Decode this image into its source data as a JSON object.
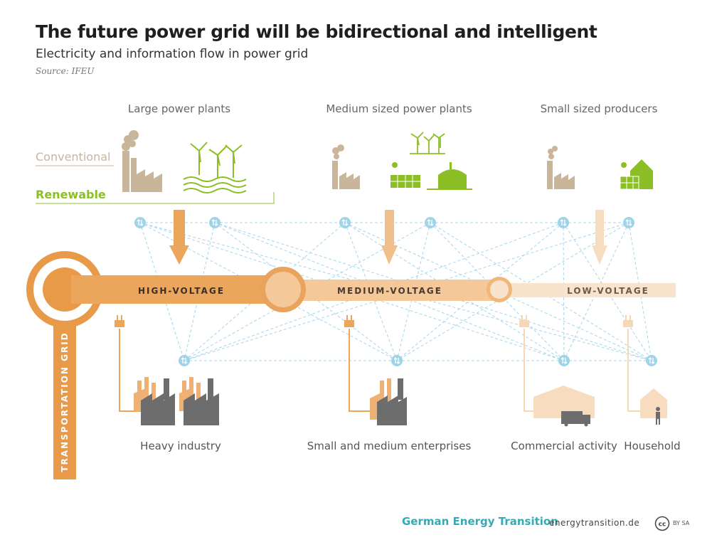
{
  "title": "The future power grid will be bidirectional and intelligent",
  "subtitle": "Electricity and information flow in power grid",
  "source": "Source: IFEU",
  "producers": {
    "large": "Large power plants",
    "medium": "Medium sized power plants",
    "small": "Small sized producers"
  },
  "legend": {
    "conventional": "Conventional",
    "renewable": "Renewable"
  },
  "grid": {
    "high": "HIGH-VOLTAGE",
    "medium": "MEDIUM-VOLTAGE",
    "low": "LOW-VOLTAGE",
    "transport": "TRANSPORTATION GRID"
  },
  "consumers": {
    "heavy": "Heavy industry",
    "sme": "Small and medium enterprises",
    "commercial": "Commercial activity",
    "household": "Household"
  },
  "footer": {
    "brand": "German Energy Transition",
    "website": "energytransition.de",
    "license_icon": "cc",
    "license": "BY SA"
  },
  "colors": {
    "high_voltage": "#e89a48",
    "medium_voltage": "#f2c592",
    "low_voltage": "#f8e3cb",
    "conventional": "#c9b59a",
    "renewable": "#8cbf26",
    "info_lines": "#9fd3e8",
    "industry": "#6d6d6d",
    "brand": "#35aab5"
  }
}
